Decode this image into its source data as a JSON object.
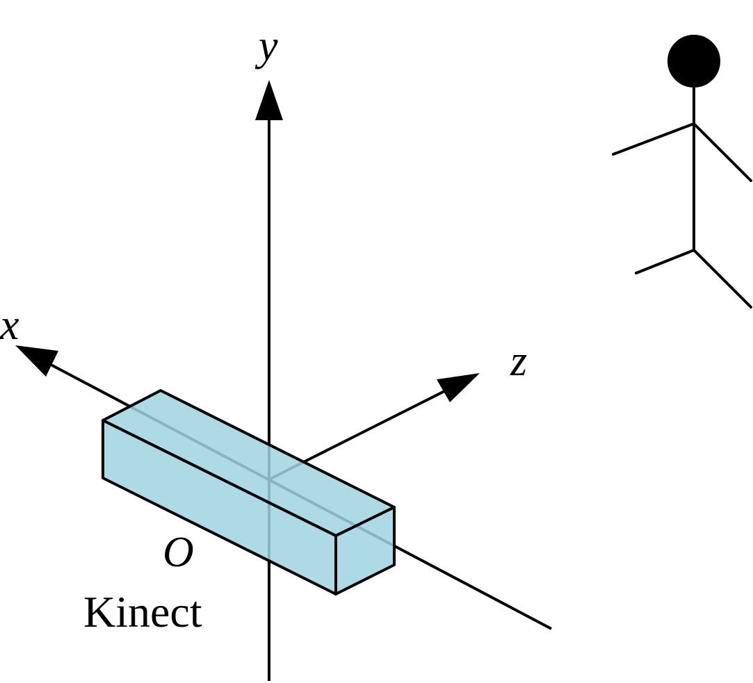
{
  "diagram": {
    "axes": {
      "x_label": "x",
      "y_label": "y",
      "z_label": "z"
    },
    "origin_label": "O",
    "device_label": "Kinect",
    "colors": {
      "device_fill": "#a0d4e0",
      "stroke": "#000000"
    }
  }
}
